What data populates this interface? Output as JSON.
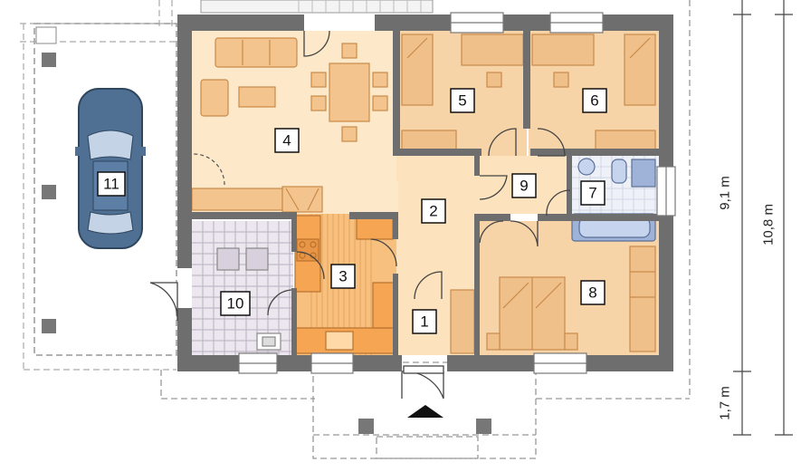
{
  "rooms": [
    {
      "id": "r1",
      "label": "1"
    },
    {
      "id": "r2",
      "label": "2"
    },
    {
      "id": "r3",
      "label": "3"
    },
    {
      "id": "r4",
      "label": "4"
    },
    {
      "id": "r5",
      "label": "5"
    },
    {
      "id": "r6",
      "label": "6"
    },
    {
      "id": "r7",
      "label": "7"
    },
    {
      "id": "r8",
      "label": "8"
    },
    {
      "id": "r9",
      "label": "9"
    },
    {
      "id": "r10",
      "label": "10"
    },
    {
      "id": "r11",
      "label": "11"
    }
  ],
  "dimensions": {
    "depth_house": "9,1 m",
    "depth_total": "10,8 m",
    "depth_porch": "1,7 m"
  },
  "colors": {
    "wall": "#6e6e6e",
    "living": "#fde9c9",
    "hall": "#fde3bd",
    "bedroom": "#f7d3a8",
    "furniture": "#f3c48e",
    "kitchen": "#f6b46c",
    "bathroom": "#c6d2ea",
    "tile": "#ece6ee",
    "car": "#4f6f93"
  }
}
